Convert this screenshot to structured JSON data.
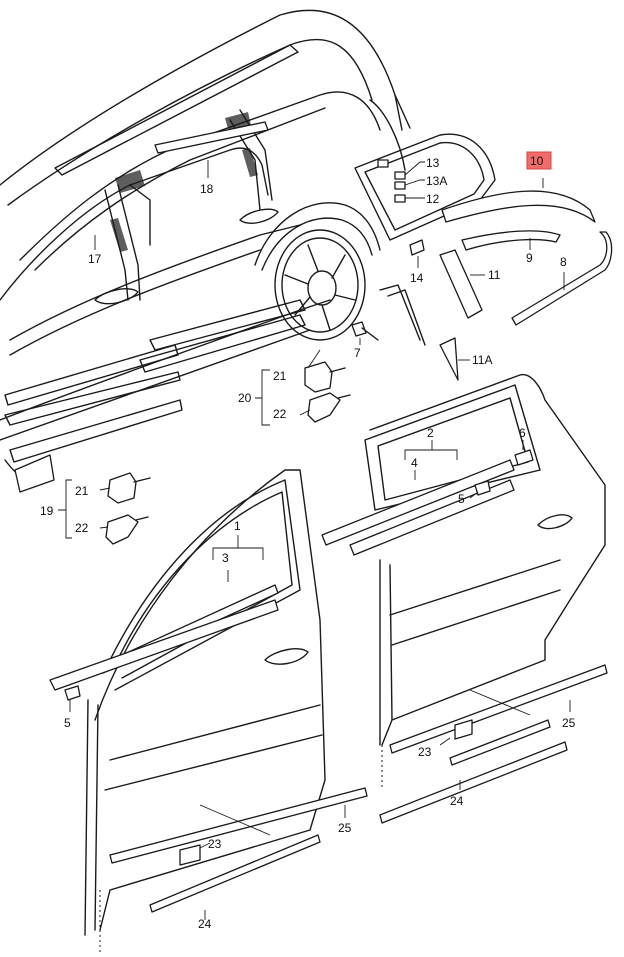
{
  "diagram": {
    "highlight_color": "#f26b6b",
    "highlighted_part": "10",
    "labels": {
      "p10": "10",
      "p13": "13",
      "p13a": "13A",
      "p12": "12",
      "p18": "18",
      "p17": "17",
      "p14": "14",
      "p11": "11",
      "p9": "9",
      "p8": "8",
      "p7": "7",
      "p11a": "11A",
      "p21_top": "21",
      "p20": "20",
      "p22_top": "22",
      "p2": "2",
      "p6": "6",
      "p4": "4",
      "p5_right": "5",
      "p21_left": "21",
      "p19": "19",
      "p22_left": "22",
      "p1": "1",
      "p3": "3",
      "p5_left": "5",
      "p25_right": "25",
      "p23_right": "23",
      "p24_right": "24",
      "p25_left": "25",
      "p23_left": "23",
      "p24_left": "24"
    }
  }
}
